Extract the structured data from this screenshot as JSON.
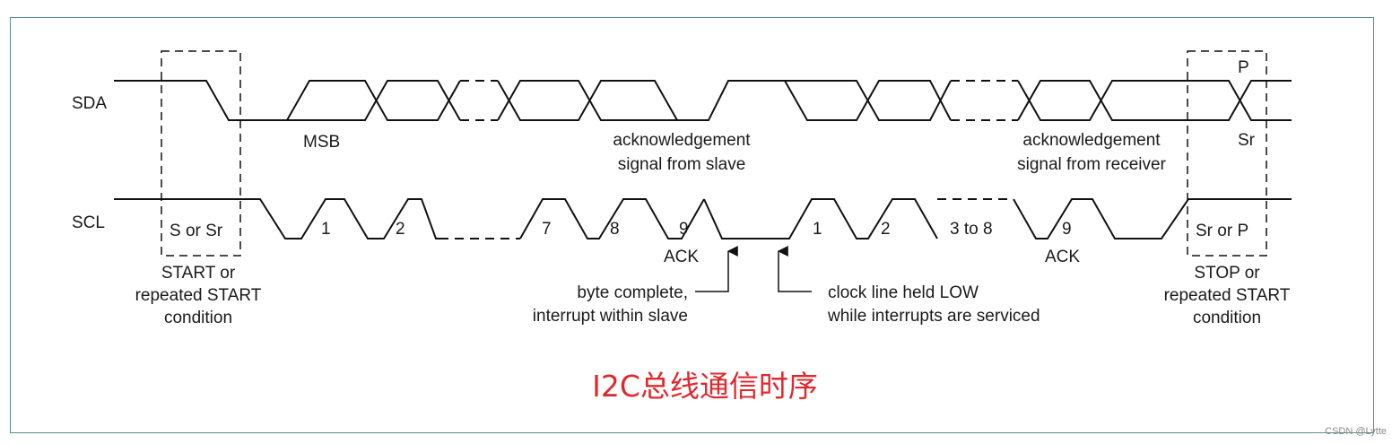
{
  "signals": {
    "sda": "SDA",
    "scl": "SCL"
  },
  "sda_labels": {
    "msb": "MSB",
    "ack_slave": [
      "acknowledgement",
      "signal from slave"
    ],
    "ack_receiver": [
      "acknowledgement",
      "signal from receiver"
    ],
    "stop_p": "P",
    "stop_sr": "Sr"
  },
  "scl_labels": {
    "start_box": "S or Sr",
    "stop_box": "Sr or P",
    "byte1_clocks": [
      "1",
      "2",
      "7",
      "8",
      "9"
    ],
    "ack1": "ACK",
    "byte2_clocks": [
      "1",
      "2",
      "3 to 8",
      "9"
    ],
    "ack2": "ACK"
  },
  "conditions": {
    "start": [
      "START or",
      "repeated START",
      "condition"
    ],
    "stop": [
      "STOP or",
      "repeated START",
      "condition"
    ]
  },
  "annotations": {
    "byte_complete": [
      "byte complete,",
      "interrupt within slave"
    ],
    "clock_held": [
      "clock line held LOW",
      "while interrupts are serviced"
    ]
  },
  "caption": "I2C总线通信时序",
  "watermark": "CSDN @Lytte"
}
